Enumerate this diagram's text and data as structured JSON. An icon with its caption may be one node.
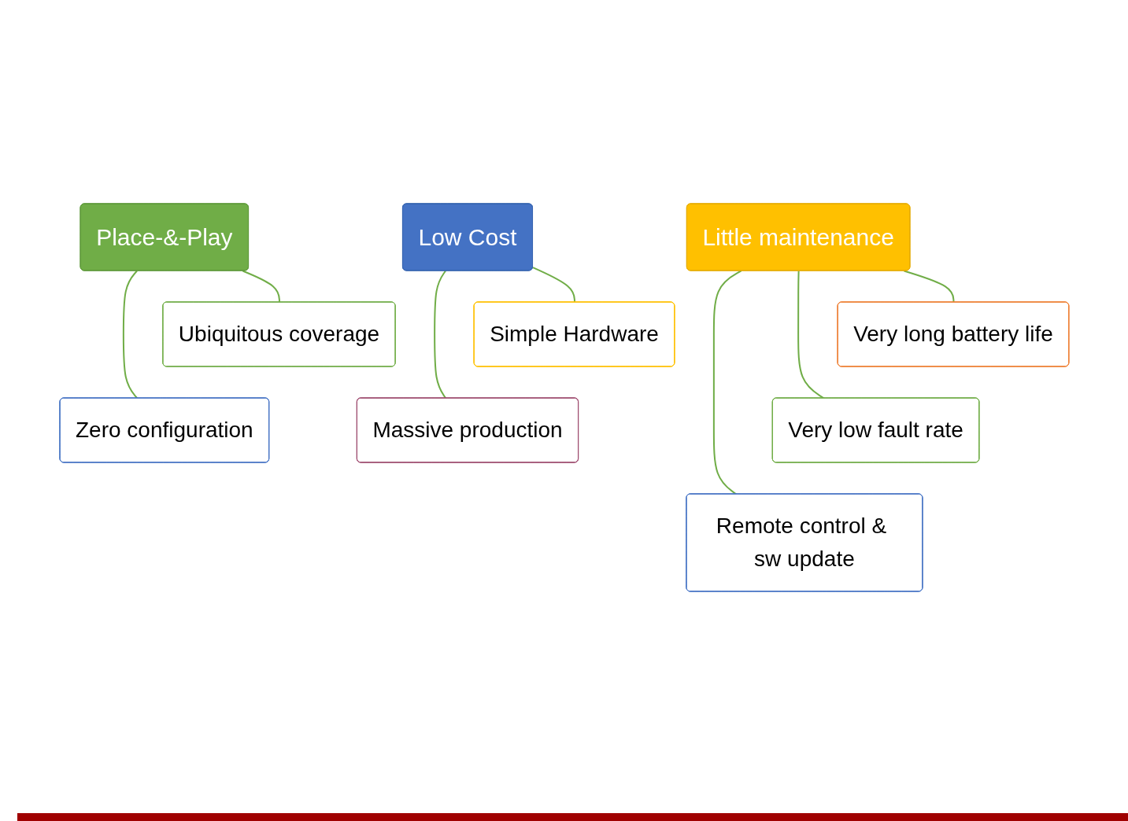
{
  "diagram": {
    "nodes": [
      {
        "text": [
          "Place-&-Play"
        ]
      },
      {
        "text": [
          "Ubiquitous coverage"
        ]
      },
      {
        "text": [
          "Zero configuration"
        ]
      },
      {
        "text": [
          "Low Cost"
        ]
      },
      {
        "text": [
          "Simple Hardware"
        ]
      },
      {
        "text": [
          "Massive production"
        ]
      },
      {
        "text": [
          "Little maintenance"
        ]
      },
      {
        "text": [
          "Very long battery life"
        ]
      },
      {
        "text": [
          "Very low fault rate"
        ]
      },
      {
        "text": [
          "Remote control & sw update"
        ]
      }
    ],
    "edges": [
      {
        "from": 0,
        "to": 1,
        "arrow": "none"
      },
      {
        "from": 0,
        "to": 2,
        "arrow": "none"
      },
      {
        "from": 3,
        "to": 4,
        "arrow": "none"
      },
      {
        "from": 3,
        "to": 5,
        "arrow": "none"
      },
      {
        "from": 6,
        "to": 7,
        "arrow": "none"
      },
      {
        "from": 6,
        "to": 8,
        "arrow": "none"
      },
      {
        "from": 6,
        "to": 9,
        "arrow": "none"
      }
    ]
  }
}
